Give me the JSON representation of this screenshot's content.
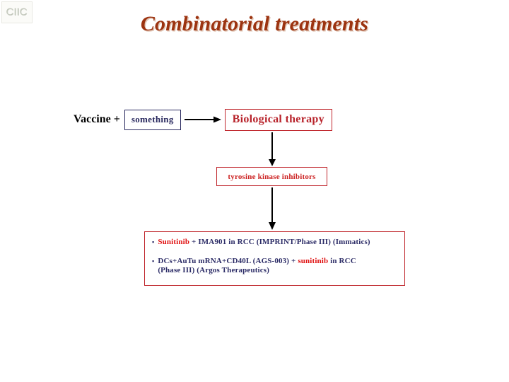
{
  "slide": {
    "title": "Combinatorial treatments",
    "logo_text": "CIIC"
  },
  "colors": {
    "title": "#9C3310",
    "title_shadow": "#E2C8B8",
    "navy": "#2B2B66",
    "red_border": "#C0272D",
    "red_text": "#B8232B",
    "tki_red": "#CC2222",
    "drug_red": "#E01010",
    "arrow": "#000000",
    "background": "#FFFFFF"
  },
  "flow": {
    "vaccine_label": "Vaccine +",
    "something_box": "something",
    "biological_box": "Biological therapy",
    "tki_box": "tyrosine kinase inhibitors",
    "arrow_right": "arrow-right",
    "arrow_down_1": "arrow-down",
    "arrow_down_2": "arrow-down"
  },
  "trials": [
    {
      "drug": "Sunitinib",
      "rest": " + IMA901 in RCC (IMPRINT/Phase III) (Immatics)",
      "pre": "",
      "tail": "",
      "line2": ""
    },
    {
      "pre": "DCs+AuTu mRNA+CD40L (AGS-003) + ",
      "drug": "sunitinib",
      "rest": " in RCC",
      "line2": "(Phase III) (Argos Therapeutics)"
    }
  ],
  "bullet_glyph": "▪"
}
